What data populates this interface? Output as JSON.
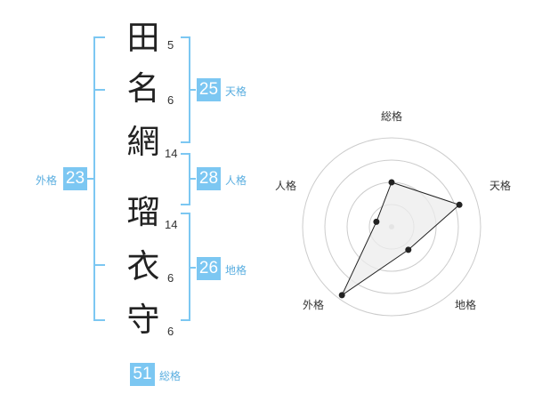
{
  "characters": [
    {
      "char": "田",
      "strokes": "5"
    },
    {
      "char": "名",
      "strokes": "6"
    },
    {
      "char": "網",
      "strokes": "14"
    },
    {
      "char": "瑠",
      "strokes": "14"
    },
    {
      "char": "衣",
      "strokes": "6"
    },
    {
      "char": "守",
      "strokes": "6"
    }
  ],
  "fortunes": {
    "tenkaku": {
      "value": "25",
      "label": "天格"
    },
    "jinkaku": {
      "value": "28",
      "label": "人格"
    },
    "chikaku": {
      "value": "26",
      "label": "地格"
    },
    "gaikaku": {
      "value": "23",
      "label": "外格"
    },
    "soukaku": {
      "value": "51",
      "label": "総格"
    }
  },
  "colors": {
    "accent": "#7cc7f2",
    "label_text": "#5aaee0",
    "text": "#222222",
    "radar_fill": "#ececec",
    "radar_ring": "#cccccc"
  },
  "chart_data": {
    "type": "radar",
    "axes": [
      "総格",
      "天格",
      "地格",
      "外格",
      "人格"
    ],
    "values": [
      0.5,
      0.8,
      0.32,
      0.95,
      0.18
    ],
    "range": [
      0,
      1
    ],
    "rings": 4
  }
}
